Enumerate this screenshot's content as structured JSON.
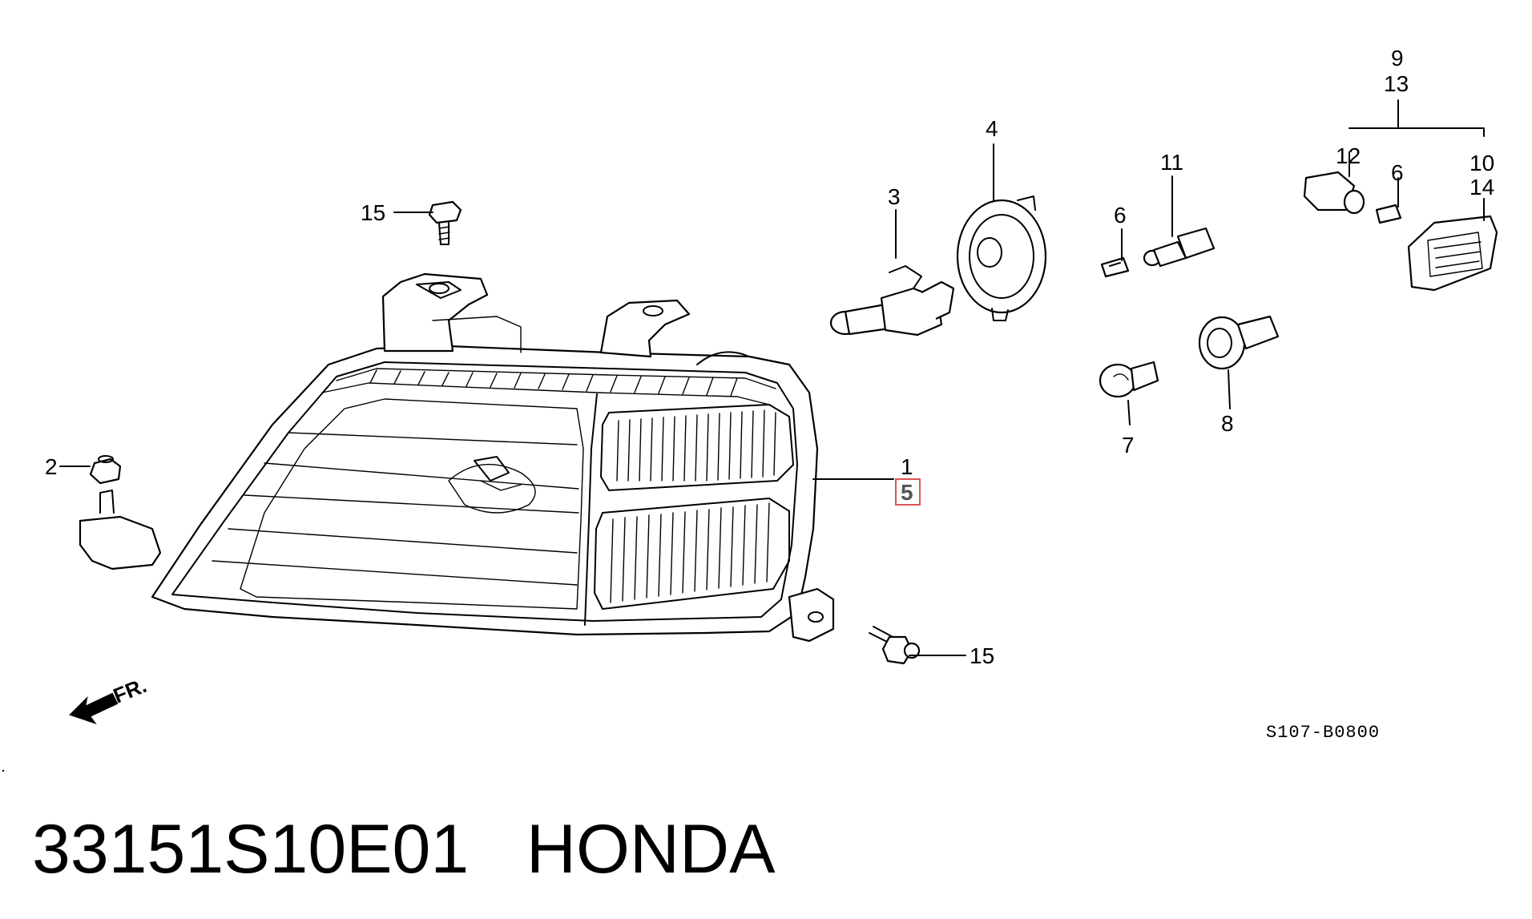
{
  "callouts": {
    "c1": "1",
    "c2": "2",
    "c3": "3",
    "c4": "4",
    "c5": "5",
    "c6a": "6",
    "c6b": "6",
    "c7": "7",
    "c8": "8",
    "c9": "9",
    "c10": "10",
    "c11": "11",
    "c12": "12",
    "c13": "13",
    "c14": "14",
    "c15a": "15",
    "c15b": "15"
  },
  "highlight_color": "#e05555",
  "direction_label": "FR.",
  "diagram_code": "S107-B0800",
  "caption": {
    "part_number": "33151S10E01",
    "brand": "HONDA"
  }
}
